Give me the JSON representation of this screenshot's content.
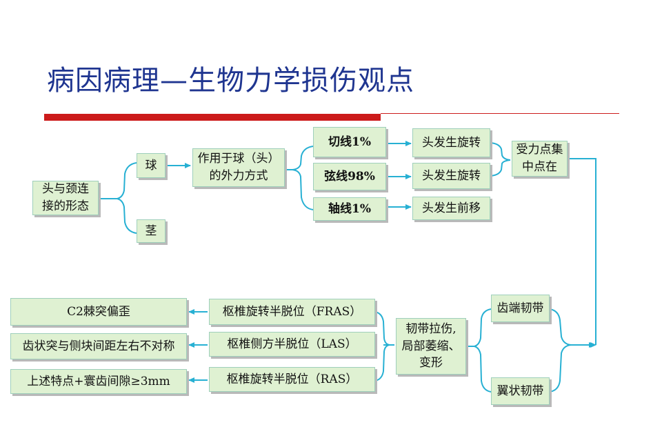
{
  "title": "病因病理—生物力学损伤观点",
  "colors": {
    "title": "#1f3590",
    "rule": "#cc1b1b",
    "box_fill": "#dff1d2",
    "box_border": "#9ecfbb",
    "connector": "#27b0d3"
  },
  "nodes": {
    "head_neck": "头与颈连\n接的形态",
    "ball": "球",
    "stem": "茎",
    "external_force": "作用于球（头）\n的外力方式",
    "tangent": "切线1%",
    "chord": "弦线98%",
    "axial": "轴线1%",
    "rotation_1": "头发生旋转",
    "rotation_2": "头发生旋转",
    "forward_shift": "头发生前移",
    "force_center": "受力点集\n中点在",
    "dens_ligament": "齿端韧带",
    "alar_ligament": "翼状韧带",
    "ligament_injury": "韧带拉伤,\n局部萎缩、\n变形",
    "fras": "枢椎旋转半脱位（FRAS）",
    "las": "枢椎侧方半脱位（LAS）",
    "ras": "枢椎旋转半脱位（RAS）",
    "c2_deviation": "C2棘突偏歪",
    "asymmetry": "齿状突与侧块间距左右不对称",
    "features": "上述特点+寰齿间隙≥3mm"
  }
}
